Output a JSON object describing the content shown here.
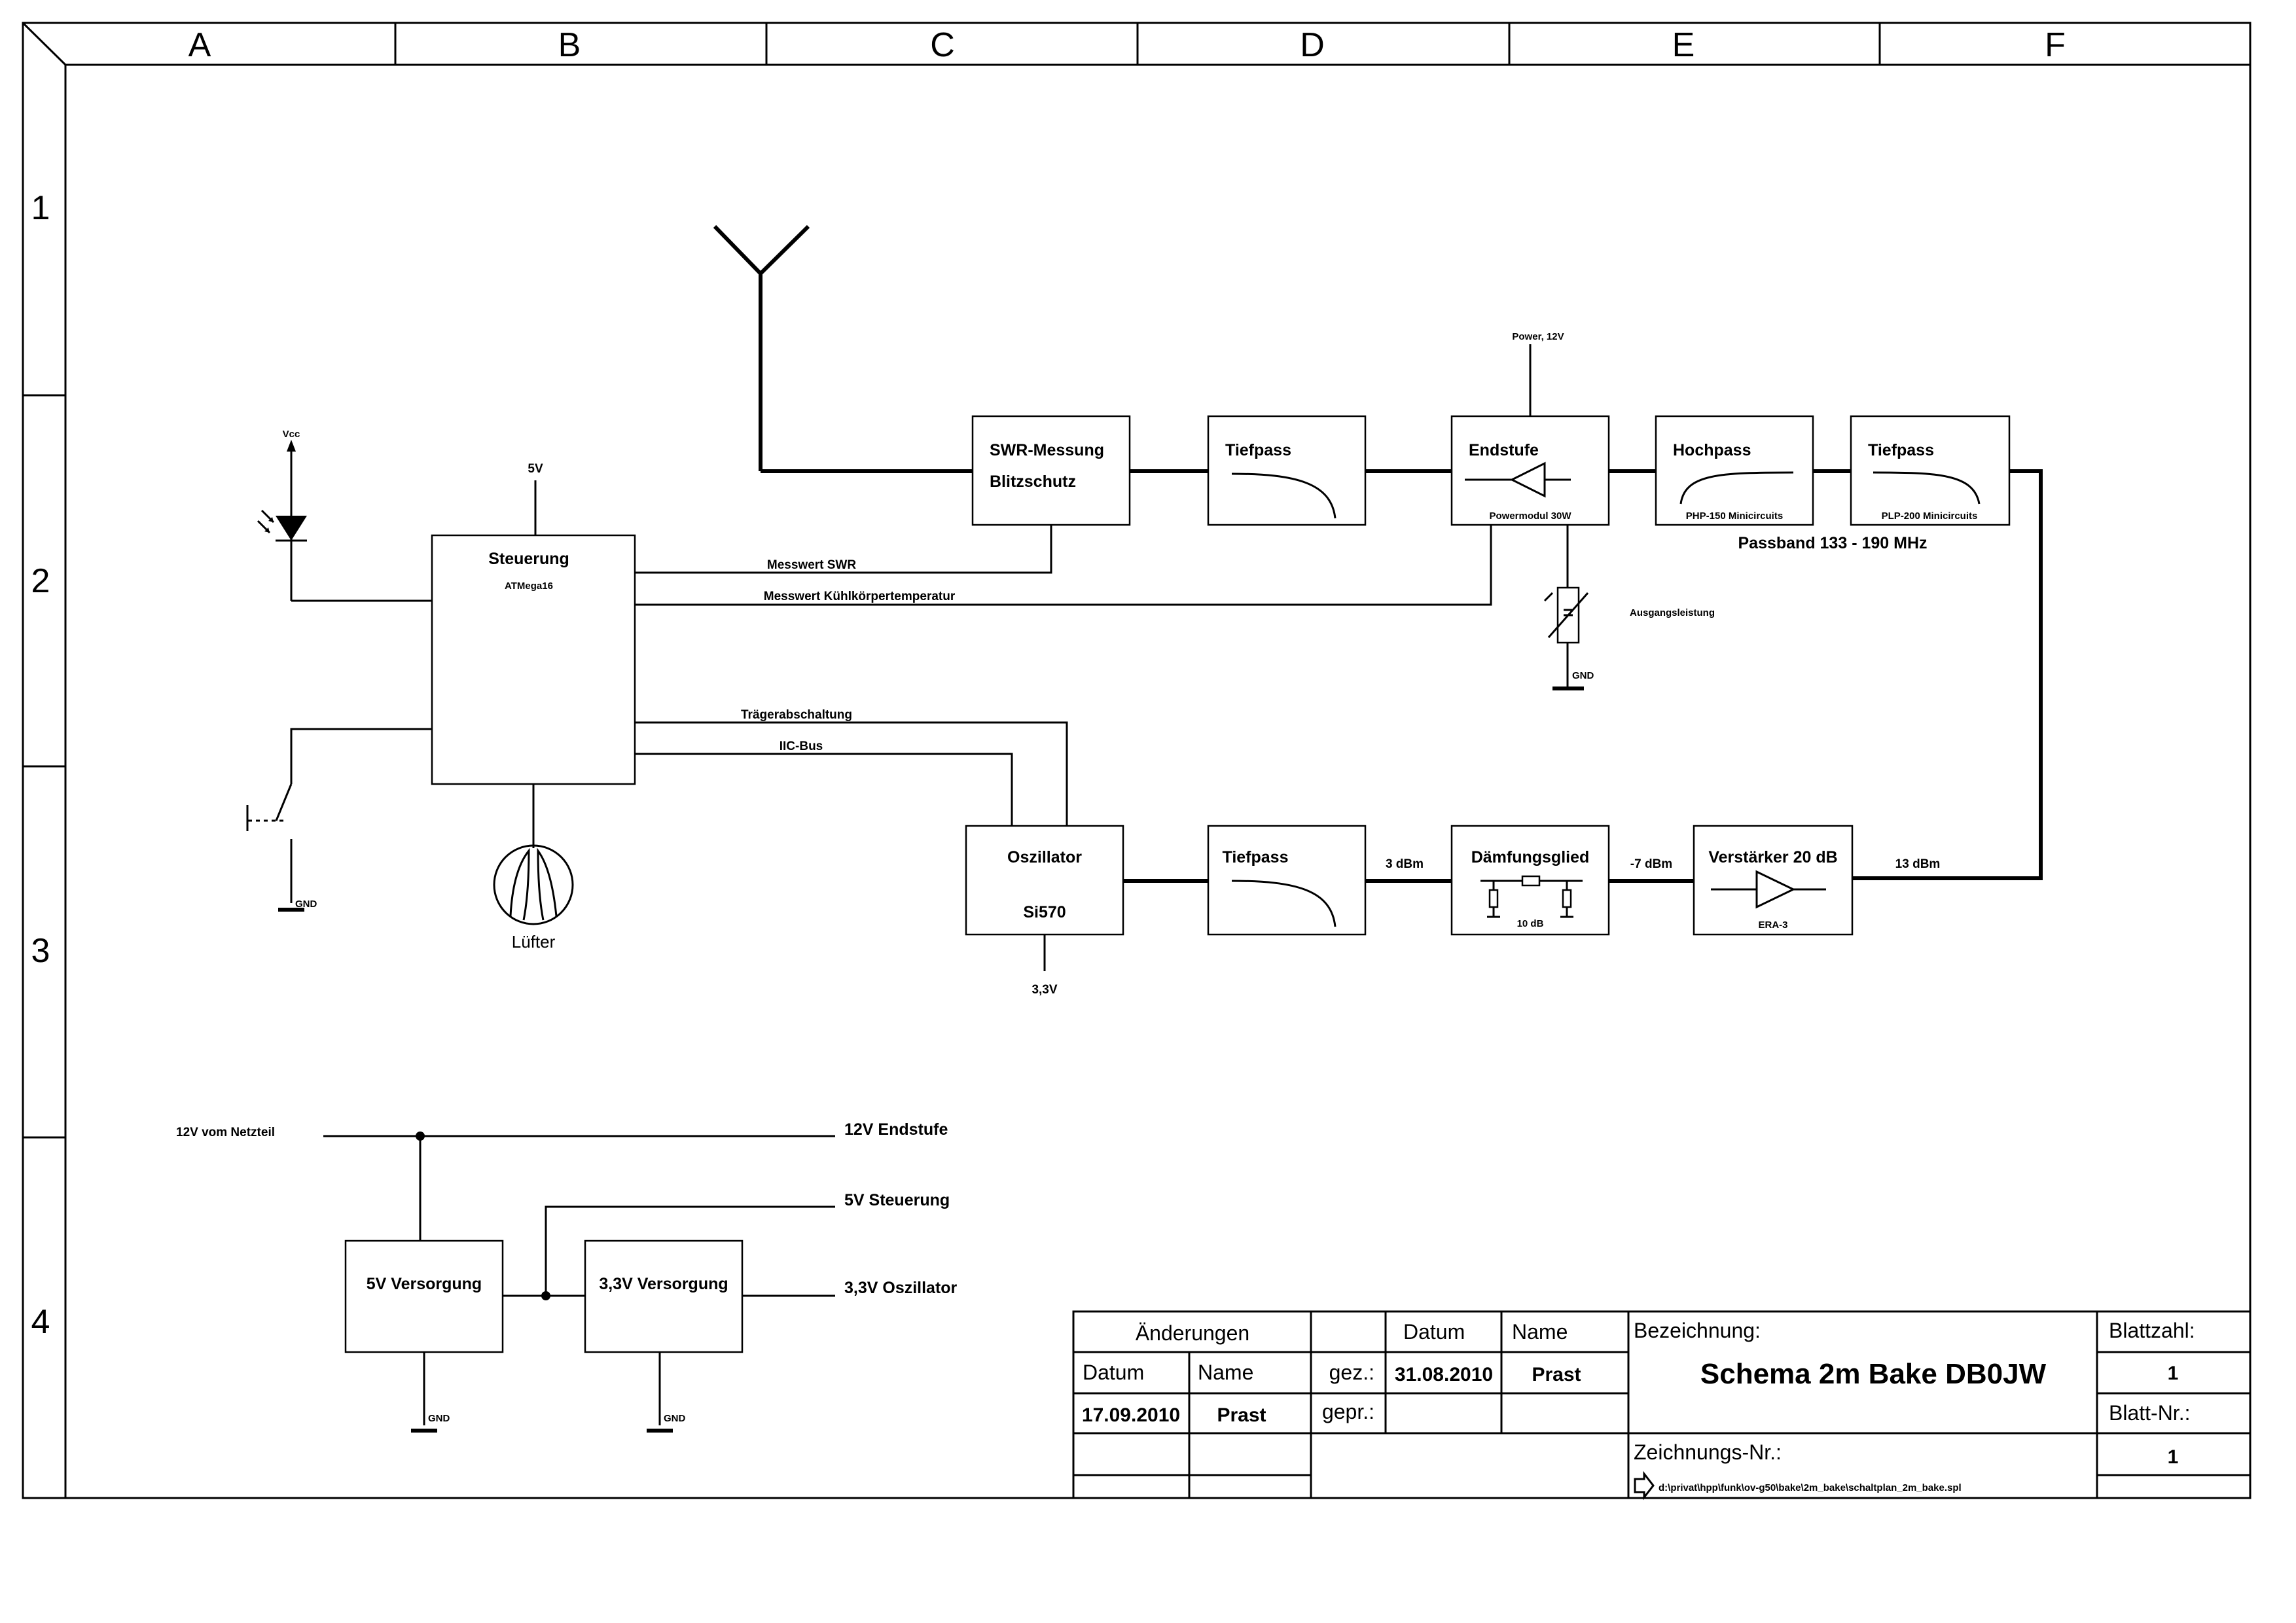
{
  "frame": {
    "columns": [
      "A",
      "B",
      "C",
      "D",
      "E",
      "F"
    ],
    "rows": [
      "1",
      "2",
      "3",
      "4"
    ]
  },
  "blocks": {
    "swr": {
      "line1": "SWR-Messung",
      "line2": "Blitzschutz"
    },
    "tiefpass1": {
      "label": "Tiefpass"
    },
    "endstufe": {
      "label": "Endstufe",
      "sub": "Powermodul 30W",
      "power": "Power, 12V"
    },
    "hochpass": {
      "label": "Hochpass",
      "sub": "PHP-150 Minicircuits"
    },
    "tiefpass2": {
      "label": "Tiefpass",
      "sub": "PLP-200 Minicircuits"
    },
    "passband": "Passband 133 - 190 MHz",
    "steuerung": {
      "label": "Steuerung",
      "sub": "ATMega16",
      "supply": "5V"
    },
    "oszillator": {
      "label": "Oszillator",
      "sub": "Si570",
      "supply": "3,3V"
    },
    "tiefpass3": {
      "label": "Tiefpass"
    },
    "daempfung": {
      "label": "Dämfungsglied",
      "sub": "10 dB"
    },
    "verstaerker": {
      "label": "Verstärker 20 dB",
      "sub": "ERA-3"
    },
    "ausgang": "Ausgangsleistung",
    "gnd": "GND",
    "vcc": "Vcc",
    "luefter": "Lüfter"
  },
  "nets": {
    "messwert_swr": "Messwert SWR",
    "messwert_temp": "Messwert Kühlkörpertemperatur",
    "traeger": "Trägerabschaltung",
    "iic": "IIC-Bus",
    "lvl_3dbm": "3 dBm",
    "lvl_m7dbm": "-7 dBm",
    "lvl_13dbm": "13 dBm"
  },
  "power": {
    "netzteil": "12V vom Netzteil",
    "endstufe": "12V Endstufe",
    "steuerung": "5V Steuerung",
    "oszillator": "3,3V Oszillator",
    "v5": "5V Versorgung",
    "v33": "3,3V Versorgung"
  },
  "title_block": {
    "aenderungen": "Änderungen",
    "datum": "Datum",
    "name": "Name",
    "change_date": "17.09.2010",
    "change_name": "Prast",
    "gez": "gez.:",
    "gepr": "gepr.:",
    "gez_date": "31.08.2010",
    "gez_name": "Prast",
    "bezeichnung": "Bezeichnung:",
    "title": "Schema 2m Bake DB0JW",
    "zeichnungs_nr": "Zeichnungs-Nr.:",
    "path": "d:\\privat\\hpp\\funk\\ov-g50\\bake\\2m_bake\\schaltplan_2m_bake.spl",
    "blattzahl": "Blattzahl:",
    "blattzahl_value": "1",
    "blatt_nr": "Blatt-Nr.:",
    "blatt_nr_value": "1"
  }
}
